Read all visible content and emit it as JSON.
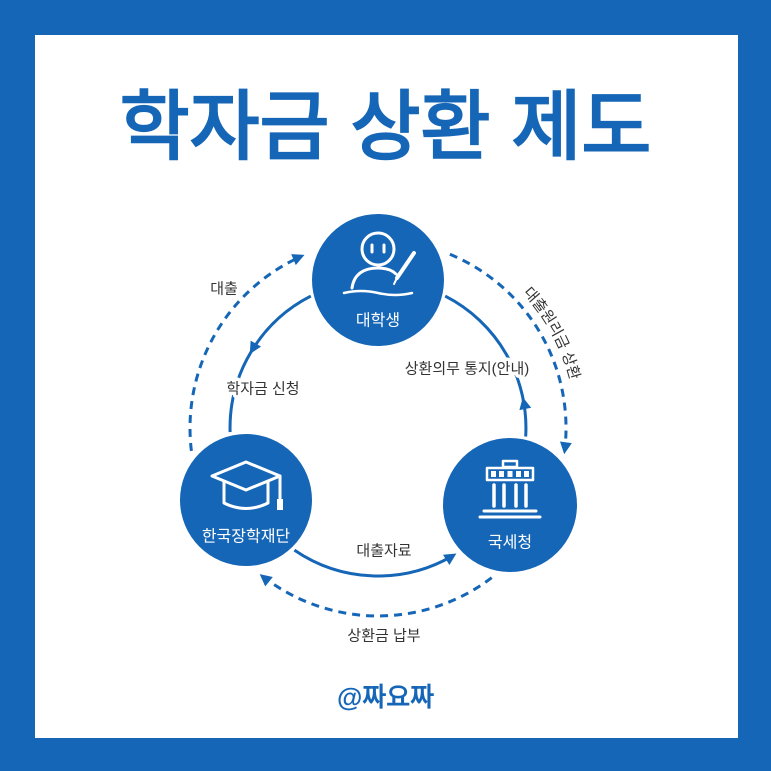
{
  "title": "학자금 상환 제도",
  "footer": "@짜요짜",
  "colors": {
    "brand_blue": "#1666b7",
    "inner_background": "#ffffff",
    "flow_label_text": "#333333",
    "node_label_text": "#ffffff"
  },
  "nodes": {
    "student": {
      "label": "대학생",
      "icon": "student-writing-icon"
    },
    "foundation": {
      "label": "한국장학재단",
      "icon": "graduation-cap-icon"
    },
    "tax_office": {
      "label": "국세청",
      "icon": "government-building-icon"
    }
  },
  "flows": {
    "loan_application": {
      "label": "학자금 신청",
      "dashed": false
    },
    "loan": {
      "label": "대출",
      "dashed": true
    },
    "loan_data": {
      "label": "대출자료",
      "dashed": false
    },
    "repayment_payment": {
      "label": "상환금 납부",
      "dashed": true
    },
    "repayment_notice": {
      "label": "상환의무 통지(안내)",
      "dashed": false
    },
    "principal_interest_repayment": {
      "label": "대출원리금 상환",
      "dashed": true
    }
  }
}
